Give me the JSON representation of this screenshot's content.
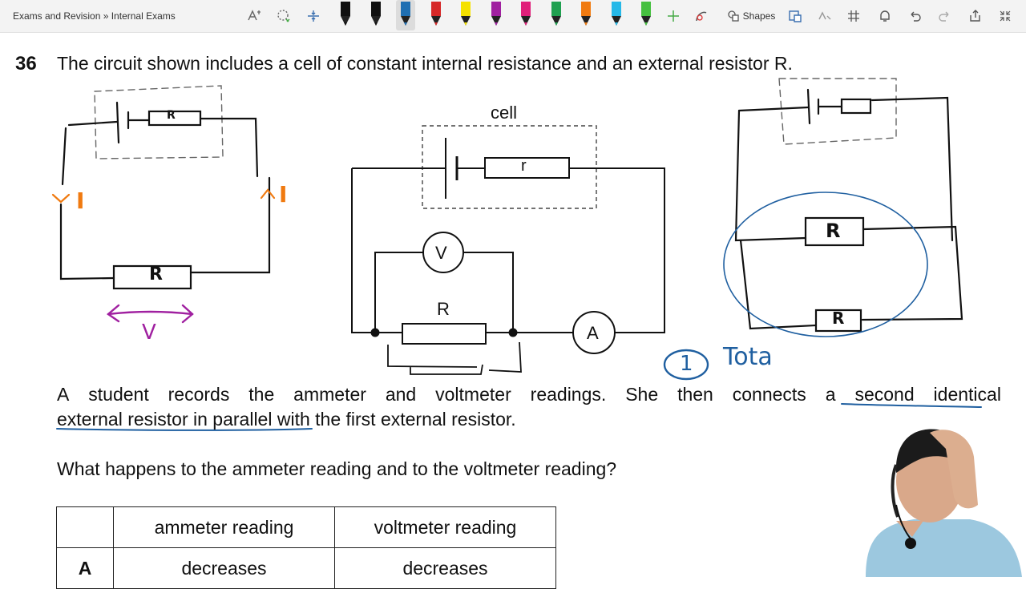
{
  "toolbar": {
    "breadcrumb": "Exams and Revision » Internal Exams",
    "shapes_label": "Shapes",
    "pens": [
      {
        "name": "pen-black-1",
        "color": "#111111"
      },
      {
        "name": "pen-black-2",
        "color": "#111111"
      },
      {
        "name": "pen-blue",
        "color": "#1f6fb2"
      },
      {
        "name": "pen-red",
        "color": "#d62828"
      },
      {
        "name": "highlighter-yellow",
        "color": "#f5e100"
      },
      {
        "name": "pen-purple",
        "color": "#a020a0"
      },
      {
        "name": "pen-magenta",
        "color": "#e0207a"
      },
      {
        "name": "pen-green",
        "color": "#1fa050"
      },
      {
        "name": "pen-orange",
        "color": "#f07a10"
      },
      {
        "name": "highlighter-cyan",
        "color": "#26b8e8"
      },
      {
        "name": "highlighter-green",
        "color": "#46c040"
      }
    ]
  },
  "question": {
    "number": "36",
    "stem": "The circuit shown includes a cell of constant internal resistance and an external resistor R.",
    "cell_label": "cell",
    "internal_r_label": "r",
    "resistor_label": "R",
    "voltmeter_label": "V",
    "ammeter_label": "A",
    "para_words": [
      "A",
      "student",
      "records",
      "the",
      "ammeter",
      "and",
      "voltmeter",
      "readings.",
      "She",
      "then",
      "connects",
      "a",
      "second",
      "identical"
    ],
    "para_line2": "external resistor in parallel with the first external resistor.",
    "prompt": "What happens to the ammeter reading and to the voltmeter reading?",
    "table": {
      "headers": [
        "",
        "ammeter reading",
        "voltmeter reading"
      ],
      "rows": [
        [
          "A",
          "decreases",
          "decreases"
        ]
      ]
    }
  },
  "annotations": {
    "left_current": "I",
    "right_current": "I",
    "voltage_label": "V",
    "left_resistor": "R",
    "left_internal": "R",
    "right_resistor_top": "R",
    "right_resistor_bottom": "R",
    "note_number": "1",
    "note_text": "Tota",
    "colors": {
      "orange": "#f07a10",
      "purple": "#a020a0",
      "blue": "#1f5fa0",
      "ink": "#111111"
    }
  }
}
